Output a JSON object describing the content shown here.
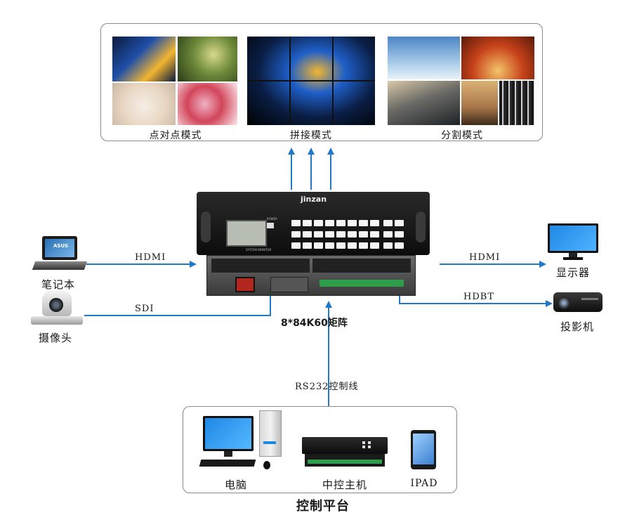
{
  "display_modes": {
    "point_to_point": "点对点模式",
    "splice": "拼接模式",
    "split": "分割模式"
  },
  "sources": {
    "laptop": "笔记本",
    "camera": "摄像头",
    "laptop_brand": "ASUS"
  },
  "outputs": {
    "monitor": "显示器",
    "projector": "投影机"
  },
  "matrix": {
    "brand": "jinzan",
    "model": "8*84K60矩阵",
    "panel_text": "SYSTEM MONITOR",
    "power_text": "POWER"
  },
  "connections": {
    "hdmi_in": "HDMI",
    "sdi_in": "SDI",
    "hdmi_out": "HDMI",
    "hdbt_out": "HDBT",
    "rs232": "RS232控制线"
  },
  "control_platform": {
    "title": "控制平台",
    "pc": "电脑",
    "host": "中控主机",
    "ipad": "IPAD"
  },
  "colors": {
    "arrow": "#1f78c8",
    "device": "#151515",
    "screen": "#1e88e5"
  }
}
